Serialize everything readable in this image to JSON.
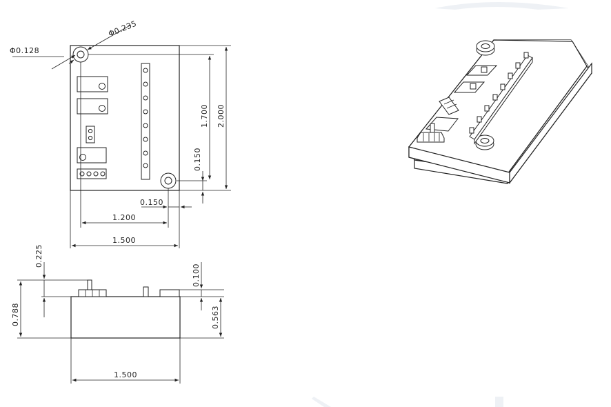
{
  "title": "",
  "top_view": {
    "dimensions": {
      "hole_small_dia": "Φ0.128",
      "hole_large_dia": "Φ0.235",
      "inner_height": "1.700",
      "overall_height": "2.000",
      "hole_offset_vertical": "0.150",
      "hole_offset_horizontal": "0.150",
      "hole_spacing": "1.200",
      "overall_width": "1.500"
    }
  },
  "side_view": {
    "dimensions": {
      "pin_height": "0.225",
      "total_height": "0.788",
      "connector_height": "0.100",
      "body_height": "0.563",
      "overall_width": "1.500"
    }
  },
  "iso_view": {}
}
